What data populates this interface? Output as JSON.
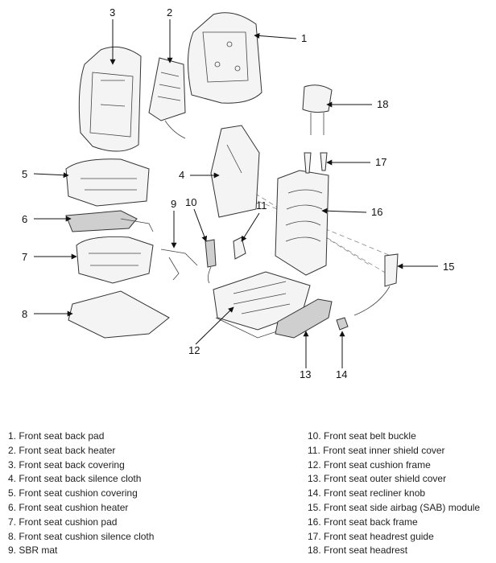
{
  "callouts": [
    "1",
    "2",
    "3",
    "4",
    "5",
    "6",
    "7",
    "8",
    "9",
    "10",
    "11",
    "12",
    "13",
    "14",
    "15",
    "16",
    "17",
    "18"
  ],
  "legend": {
    "left": [
      "1. Front seat back pad",
      "2. Front seat back heater",
      "3. Front seat back covering",
      "4. Front seat back silence cloth",
      "5. Front seat cushion covering",
      "6. Front seat cushion heater",
      "7. Front seat cushion pad",
      "8. Front seat cushion silence cloth",
      "9. SBR mat"
    ],
    "right": [
      "10. Front seat belt buckle",
      "11. Front seat inner shield cover",
      "12. Front seat cushion frame",
      "13. Front seat outer shield cover",
      "14. Front seat recliner knob",
      "15. Front seat side airbag (SAB) module",
      "16. Front seat back frame",
      "17. Front seat headrest guide",
      "18. Front seat headrest"
    ]
  }
}
